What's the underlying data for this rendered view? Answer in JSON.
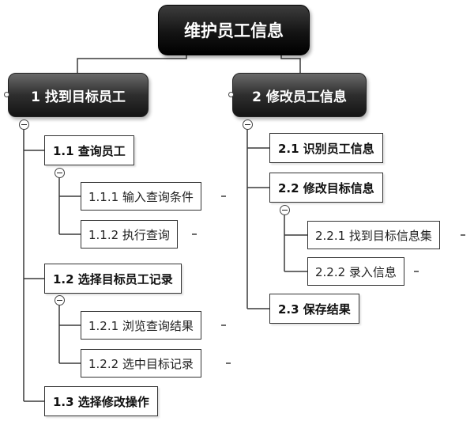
{
  "root": {
    "label": "维护员工信息"
  },
  "branches": [
    {
      "label": "1 找到目标员工",
      "children": [
        {
          "label": "1.1 查询员工",
          "children": [
            "1.1.1 输入查询条件",
            "1.1.2 执行查询"
          ]
        },
        {
          "label": "1.2 选择目标员工记录",
          "children": [
            "1.2.1 浏览查询结果",
            "1.2.2 选中目标记录"
          ]
        },
        {
          "label": "1.3 选择修改操作",
          "children": []
        }
      ]
    },
    {
      "label": "2 修改员工信息",
      "children": [
        {
          "label": "2.1 识别员工信息",
          "children": []
        },
        {
          "label": "2.2 修改目标信息",
          "children": [
            "2.2.1 找到目标信息集",
            "2.2.2 录入信息"
          ]
        },
        {
          "label": "2.3 保存结果",
          "children": []
        }
      ]
    }
  ]
}
